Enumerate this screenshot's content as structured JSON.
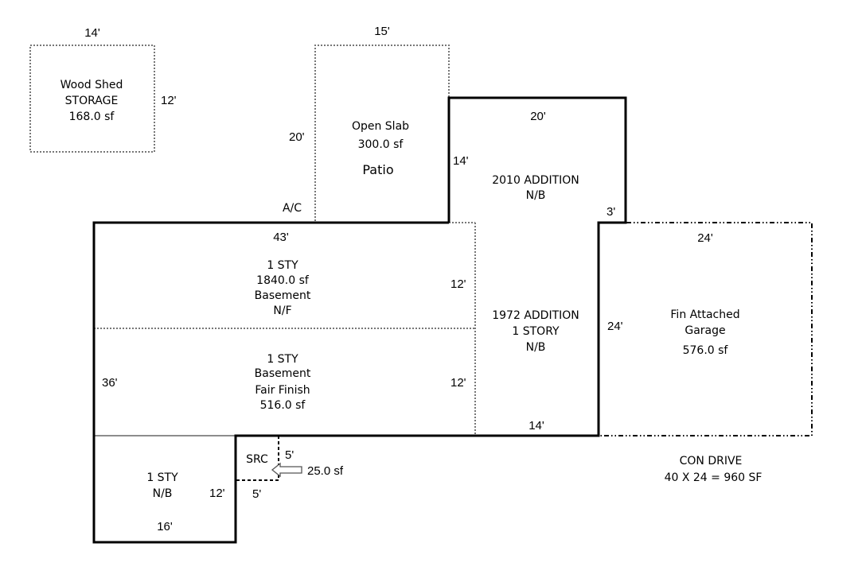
{
  "shed": {
    "width": "14'",
    "depth": "12'",
    "name": "Wood Shed",
    "use": "STORAGE",
    "area": "168.0 sf"
  },
  "patio": {
    "width": "15'",
    "depth": "20'",
    "name": "Open Slab",
    "area": "300.0 sf",
    "type": "Patio",
    "ac": "A/C"
  },
  "addition_2010": {
    "width": "20'",
    "depth": "14'",
    "offset": "3'",
    "name": "2010 ADDITION",
    "status": "N/B"
  },
  "main_upper": {
    "width": "43'",
    "depth": "12'",
    "stories": "1 STY",
    "area": "1840.0 sf",
    "basement": "Basement",
    "finish": "N/F"
  },
  "main_lower": {
    "depth": "12'",
    "total_depth": "36'",
    "stories": "1 STY",
    "basement": "Basement",
    "finish": "Fair Finish",
    "area": "516.0 sf"
  },
  "addition_1972": {
    "name": "1972 ADDITION",
    "stories": "1 STORY",
    "status": "N/B",
    "width": "14'"
  },
  "garage": {
    "width": "24'",
    "depth": "24'",
    "line1": "Fin Attached",
    "line2": "Garage",
    "area": "576.0 sf"
  },
  "wing": {
    "stories": "1 STY",
    "status": "N/B",
    "depth": "12'",
    "width": "16'"
  },
  "stoop": {
    "name": "SRC",
    "depth": "5'",
    "width": "5'",
    "area": "25.0 sf"
  },
  "drive": {
    "name": "CON DRIVE",
    "calc": "40 X 24 = 960 SF"
  }
}
